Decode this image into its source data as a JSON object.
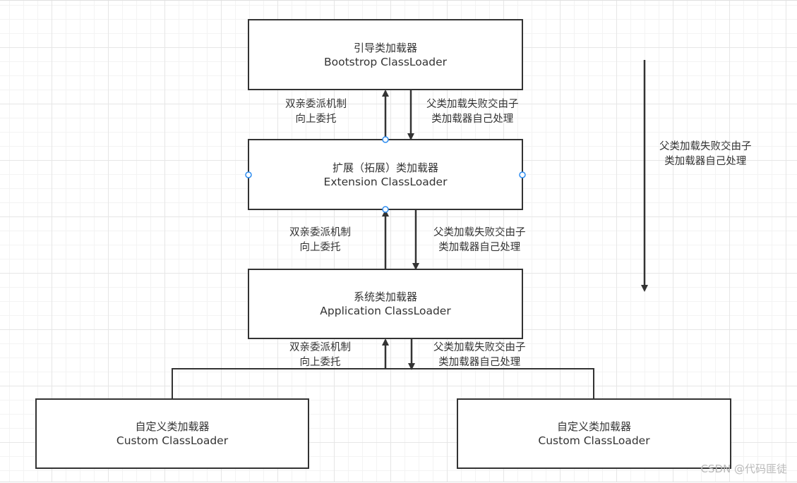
{
  "nodes": {
    "bootstrap": {
      "zh": "引导类加载器",
      "en": "Bootstrop ClassLoader"
    },
    "extension": {
      "zh": "扩展（拓展）类加载器",
      "en": "Extension ClassLoader"
    },
    "application": {
      "zh": "系统类加载器",
      "en": "Application ClassLoader"
    },
    "custom_left": {
      "zh": "自定义类加载器",
      "en": "Custom ClassLoader"
    },
    "custom_right": {
      "zh": "自定义类加载器",
      "en": "Custom ClassLoader"
    }
  },
  "edges": {
    "up_1": {
      "line1": "双亲委派机制",
      "line2": "向上委托"
    },
    "down_1": {
      "line1": "父类加载失败交由子",
      "line2": "类加载器自己处理"
    },
    "up_2": {
      "line1": "双亲委派机制",
      "line2": "向上委托"
    },
    "down_2": {
      "line1": "父类加载失败交由子",
      "line2": "类加载器自己处理"
    },
    "up_3": {
      "line1": "双亲委派机制",
      "line2": "向上委托"
    },
    "down_3": {
      "line1": "父类加载失败交由子",
      "line2": "类加载器自己处理"
    },
    "side": {
      "line1": "父类加载失败交由子",
      "line2": "类加载器自己处理"
    }
  },
  "watermark": "CSDN @代码匪徒",
  "colors": {
    "line": "#333333",
    "handle": "#2d8cf0",
    "watermark": "#b9b9b9"
  }
}
